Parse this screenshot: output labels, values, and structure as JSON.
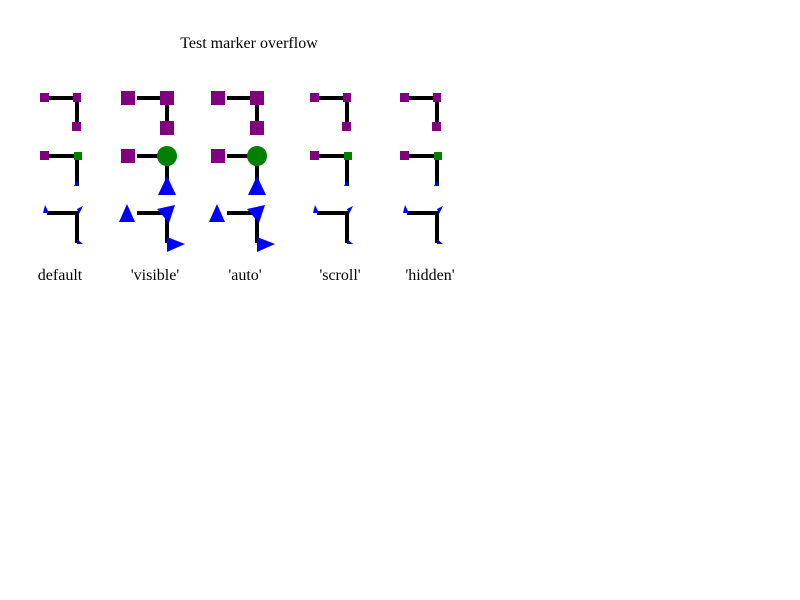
{
  "title": "Test marker overflow",
  "colors": {
    "line": "#000000",
    "square": "#800080",
    "green": "#008000",
    "triangle": "#0000ff"
  },
  "columns": [
    {
      "label": "default",
      "overflow": "hidden"
    },
    {
      "label": "'visible'",
      "overflow": "visible"
    },
    {
      "label": "'auto'",
      "overflow": "visible"
    },
    {
      "label": "'scroll'",
      "overflow": "hidden"
    },
    {
      "label": "'hidden'",
      "overflow": "hidden"
    }
  ],
  "rows": [
    {
      "start": "square",
      "mid": "square",
      "end": "square"
    },
    {
      "start": "square",
      "mid": "circle",
      "end": "triangle"
    },
    {
      "start": "triangle",
      "mid": "triangle",
      "end": "triangle"
    }
  ]
}
